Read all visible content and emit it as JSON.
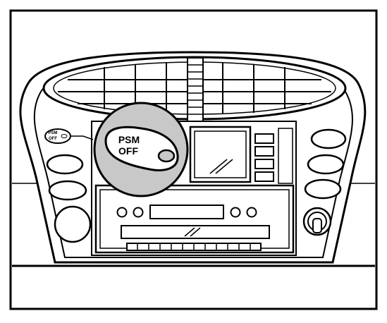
{
  "labels": {
    "small_button_line1": "PSM",
    "small_button_line2": "OFF",
    "zoom_button_line1": "PSM",
    "zoom_button_line2": "OFF"
  },
  "colors": {
    "ink": "#000000",
    "paper": "#ffffff",
    "callout_fill": "#c8c8c8"
  },
  "icons": {
    "rotary_knob": "rotary-knob-icon",
    "indicator_led": "indicator-led-icon"
  }
}
